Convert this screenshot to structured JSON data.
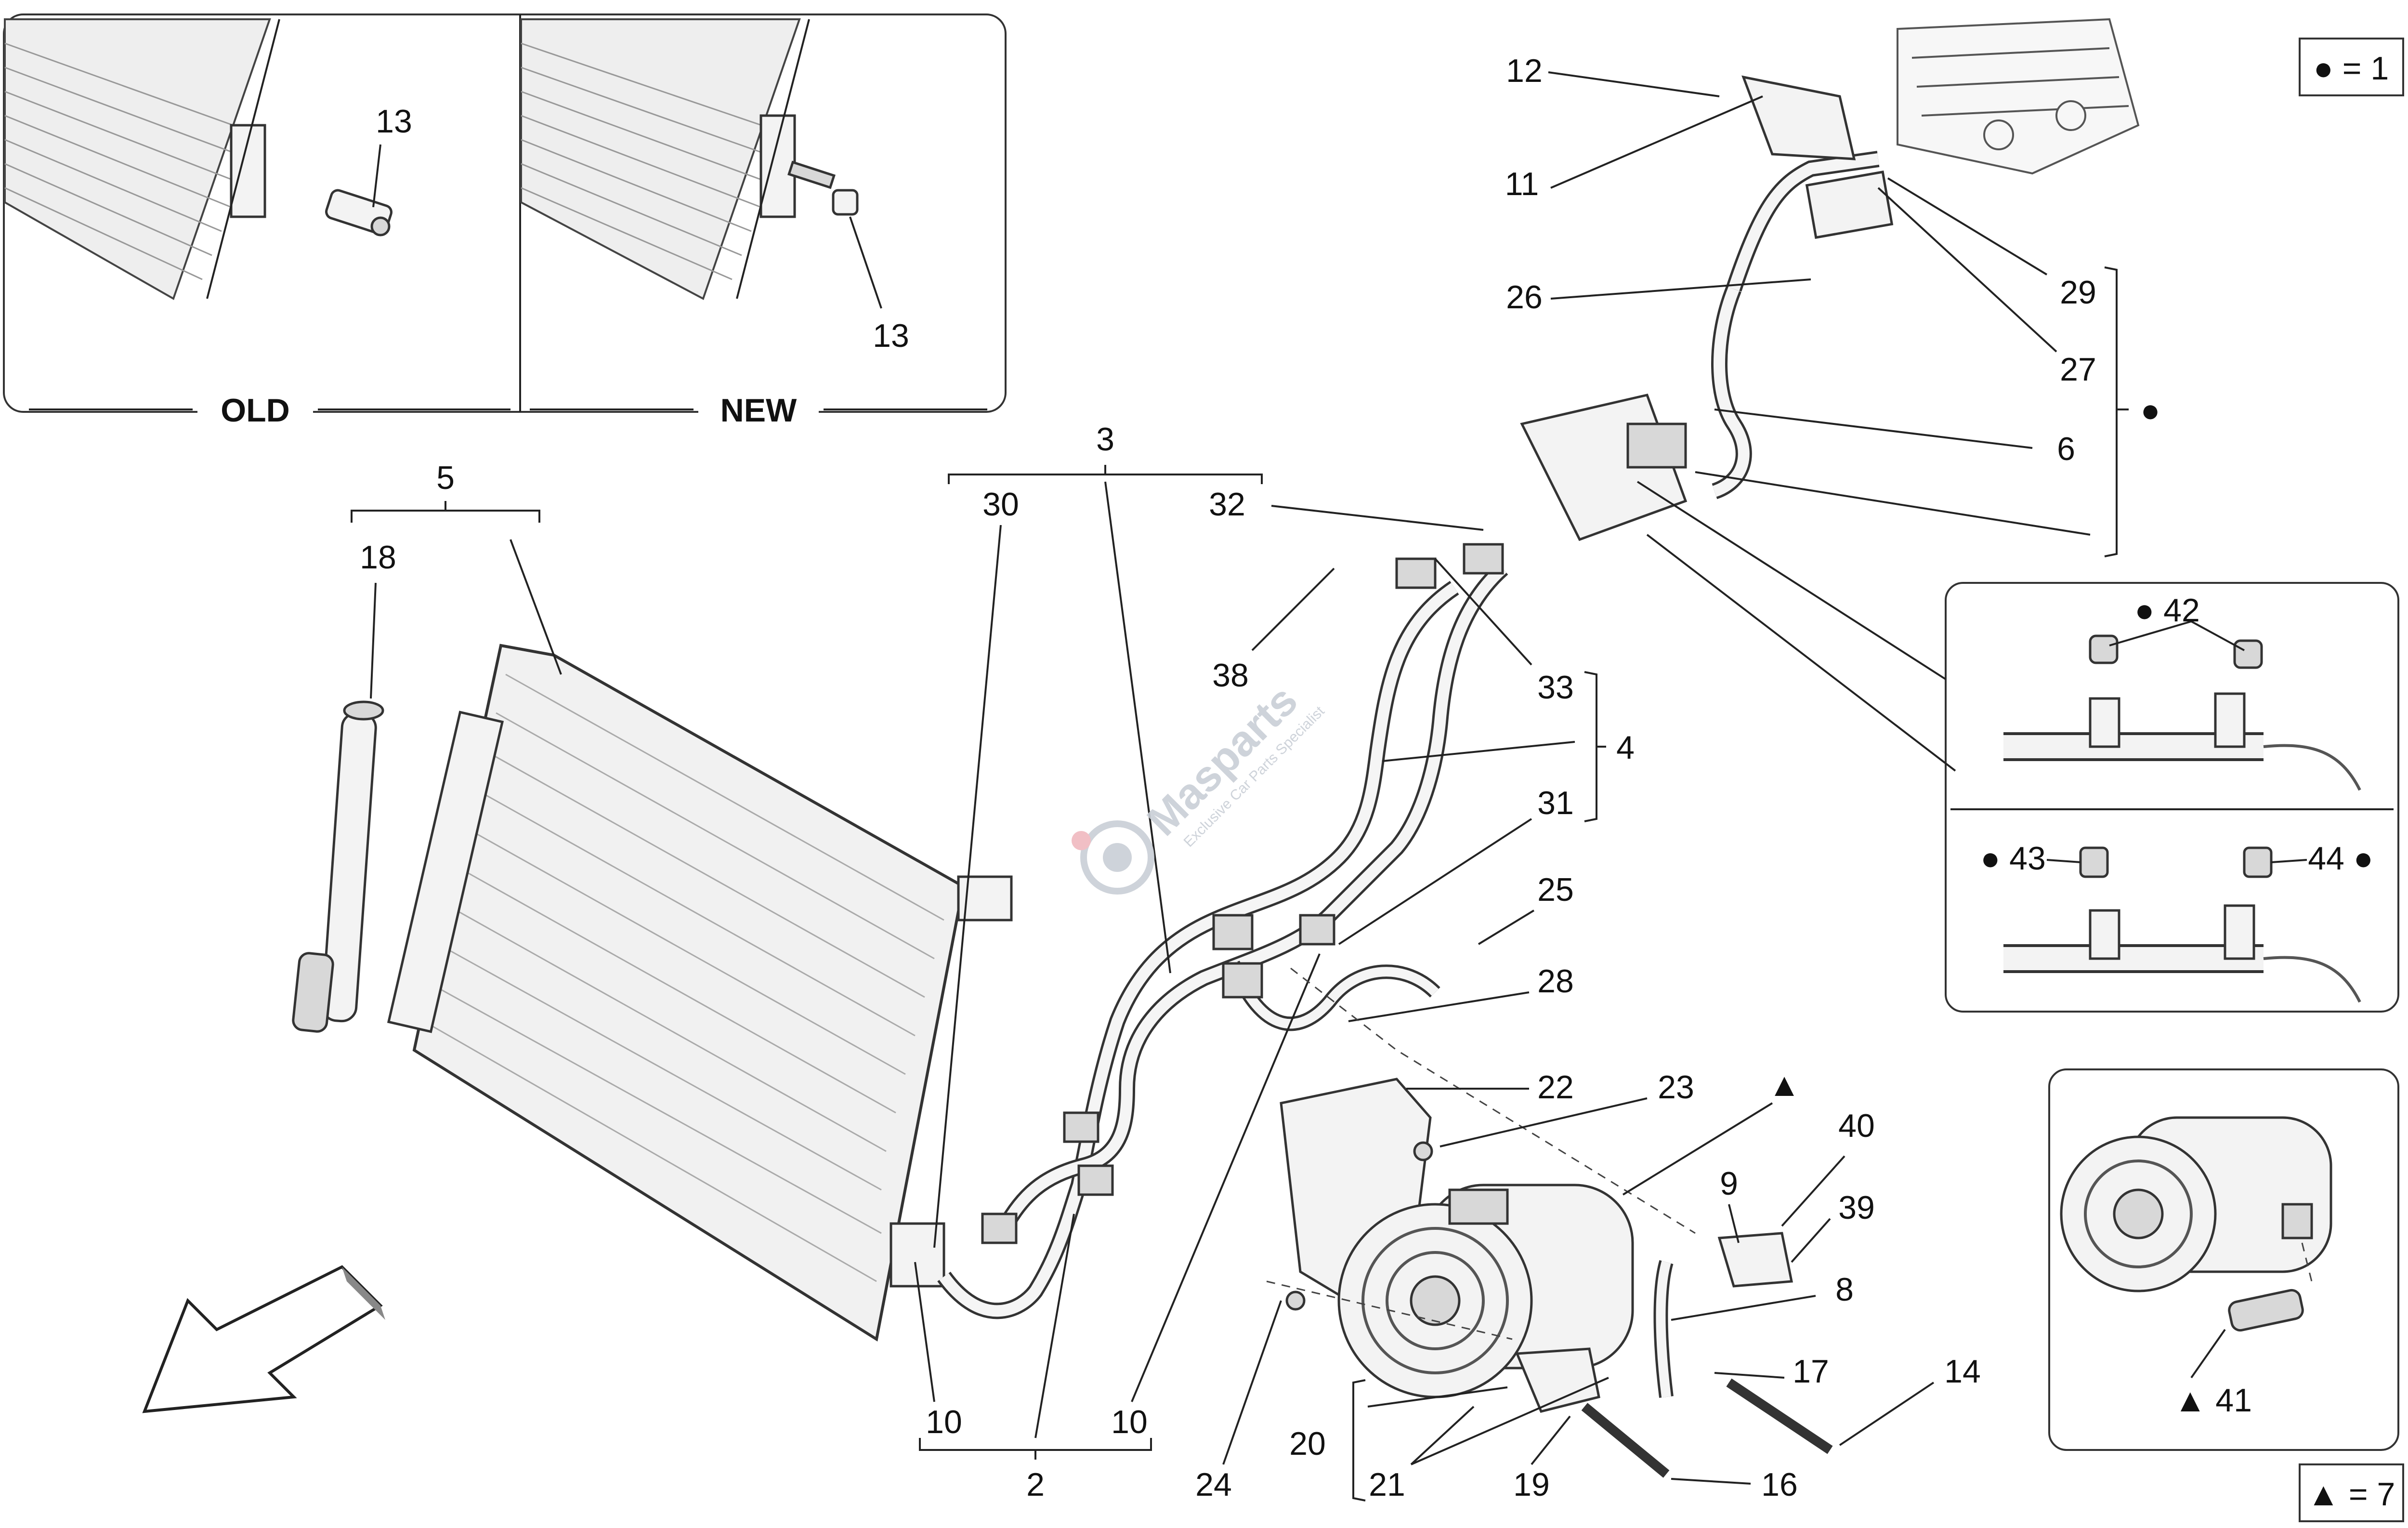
{
  "inset": {
    "old_label": "OLD",
    "new_label": "NEW"
  },
  "legend": {
    "dot": "● = 1",
    "triangle": "▲ = 7",
    "triangle_mark": "▲",
    "bracket_dot": "●"
  },
  "watermark": {
    "brand": "Masparts",
    "tagline": "Exclusive Car Parts Specialist"
  },
  "callouts": {
    "n13a": "13",
    "n13b": "13",
    "n5": "5",
    "n18": "18",
    "n3": "3",
    "n30": "30",
    "n32": "32",
    "n12": "12",
    "n11": "11",
    "n26": "26",
    "n29": "29",
    "n27": "27",
    "n6": "6",
    "n38": "38",
    "n33": "33",
    "n4": "4",
    "n31": "31",
    "n25": "25",
    "n28": "28",
    "n22": "22",
    "n23": "23",
    "n40": "40",
    "n9": "9",
    "n39": "39",
    "n8": "8",
    "n17": "17",
    "n14": "14",
    "n16": "16",
    "n19": "19",
    "n20": "20",
    "n21": "21",
    "n24": "24",
    "n10a": "10",
    "n10b": "10",
    "n2": "2",
    "n42": "● 42",
    "n43": "● 43",
    "n44": "44 ●",
    "n41": "▲ 41"
  }
}
